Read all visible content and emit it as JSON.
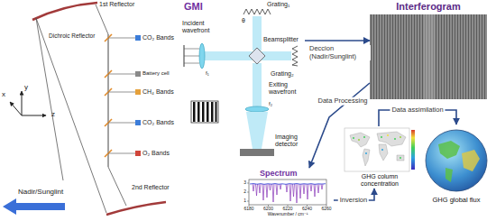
{
  "diagram": {
    "nodes": [
      {
        "text": [
          "GMI"
        ]
      },
      {
        "text": [
          "Interferogram"
        ]
      },
      {
        "text": [
          "Spectrum"
        ]
      },
      {
        "text": [
          "GHG column concentration"
        ]
      },
      {
        "text": [
          "GHG global flux"
        ]
      }
    ],
    "edges": [
      {
        "from": 0,
        "to": 1,
        "arrow": "to",
        "label": "Deccion (Nadir/Sunglint)"
      },
      {
        "from": 1,
        "to": 2,
        "arrow": "to",
        "label": "Data Processing"
      },
      {
        "from": 2,
        "to": 3,
        "arrow": "to",
        "label": "Inversion"
      },
      {
        "from": 3,
        "to": 4,
        "arrow": "to",
        "label": "Data assimilation"
      }
    ],
    "labels": [
      "1st Reflector",
      "Dichroic Reflector",
      "CO₂ Bands",
      "Battery cell",
      "CH₄ Bands",
      "CO₂ Bands",
      "O₂ Bands",
      "2nd Reflector",
      "y",
      "x",
      "z",
      "Nadir/Sunglint",
      "Incident wavefront",
      "Grating₁",
      "Beamsplitter",
      "Grating₂",
      "Exiting wavefront",
      "Imaging detector",
      "θ",
      "f₁",
      "f₂",
      "6180",
      "6200",
      "6220",
      "6240",
      "6260",
      "Wavenumber / cm⁻¹",
      "3",
      "2",
      "1"
    ]
  }
}
